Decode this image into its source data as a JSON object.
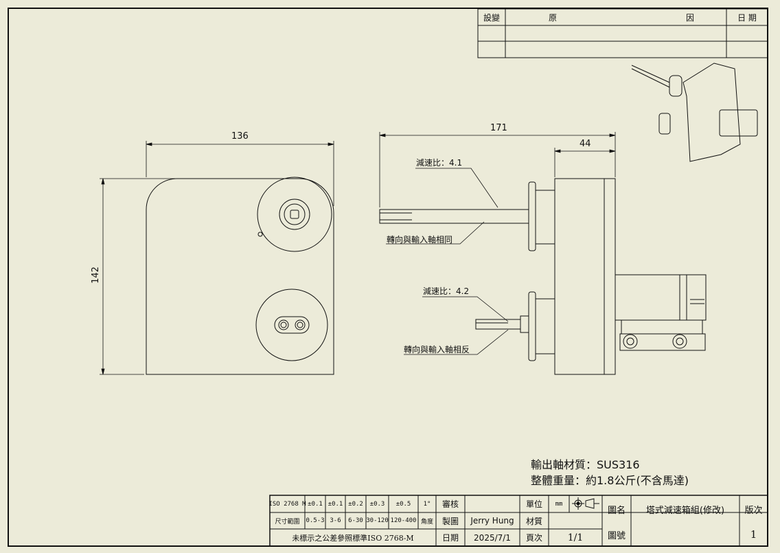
{
  "revision_table": {
    "headers": [
      "設變",
      "原",
      "因",
      "日 期"
    ]
  },
  "dimensions": {
    "front_width": "136",
    "front_height": "142",
    "side_length": "171",
    "side_body": "44"
  },
  "callouts": {
    "ratio_top": "減速比：4.1",
    "dir_top": "轉向與輸入軸相同",
    "ratio_bottom": "減速比：4.2",
    "dir_bottom": "轉向與輸入軸相反"
  },
  "notes": {
    "material": "輸出軸材質：SUS316",
    "weight": "整體重量：約1.8公斤(不含馬達)"
  },
  "title_block": {
    "row1": [
      "ISO 2768 M",
      "±0.1",
      "±0.1",
      "±0.2",
      "±0.3",
      "±0.5",
      "1°"
    ],
    "row2": [
      "尺寸範圍",
      "0.5-3",
      "3-6",
      "6-30",
      "30-120",
      "120-400",
      "角度"
    ],
    "tolerance_note": "未標示之公差參照標準ISO 2768-M",
    "review_label": "審核",
    "review_value": "",
    "drawn_label": "製圖",
    "drawn_value": "Jerry Hung",
    "date_label": "日期",
    "date_value": "2025/7/1",
    "unit_label": "單位",
    "unit_value": "mm",
    "material_label": "材質",
    "material_value": "",
    "page_label": "頁次",
    "page_value": "1/1",
    "name_label": "圖名",
    "name_value": "塔式減速箱組(修改)",
    "number_label": "圖號",
    "number_value": "",
    "version_label": "版次",
    "version_value": "1"
  },
  "watermark": "auto"
}
